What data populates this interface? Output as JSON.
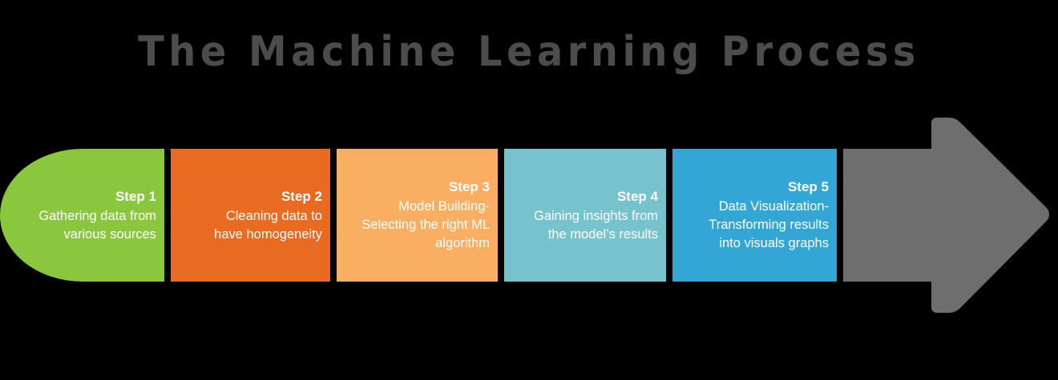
{
  "title": "The Machine Learning Process",
  "theme": {
    "background": "#000000",
    "title_color": "#4c4c4c",
    "text_color": "#ffffff",
    "arrow_color": "#6e6e6e"
  },
  "diagram": {
    "type": "process-flow-arrow",
    "direction": "left-to-right",
    "step_count": 5,
    "steps": [
      {
        "label": "Step 1",
        "description": "Gathering data from\nvarious sources",
        "color": "#8bc63f",
        "shape": "rounded-left-cap"
      },
      {
        "label": "Step 2",
        "description": "Cleaning data to\nhave homogeneity",
        "color": "#e96a21",
        "shape": "rectangle"
      },
      {
        "label": "Step 3",
        "description": "Model Building-\nSelecting the right ML\nalgorithm",
        "color": "#f9ae61",
        "shape": "rectangle"
      },
      {
        "label": "Step 4",
        "description": "Gaining insights from\nthe model’s results",
        "color": "#76c3ce",
        "shape": "rectangle"
      },
      {
        "label": "Step 5",
        "description": "Data Visualization-\nTransforming results\ninto visuals graphs",
        "color": "#33a6d5",
        "shape": "rectangle"
      }
    ],
    "arrow": {
      "name": "right-arrow",
      "color": "#6e6e6e"
    }
  }
}
